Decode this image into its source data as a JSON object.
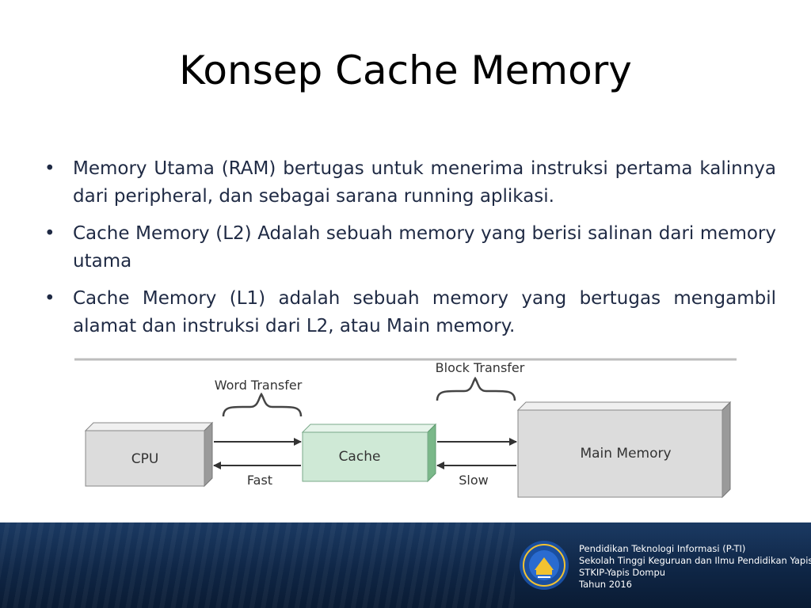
{
  "slide": {
    "title": "Konsep Cache Memory",
    "bullets": [
      "Memory Utama (RAM) bertugas untuk menerima instruksi pertama kalinnya dari peripheral, dan sebagai sarana running aplikasi.",
      "Cache Memory (L2) Adalah sebuah memory yang berisi salinan dari memory utama",
      "Cache Memory (L1) adalah sebuah memory yang bertugas mengambil alamat dan instruksi dari L2,  atau Main memory."
    ]
  },
  "diagram": {
    "word_transfer": "Word Transfer",
    "block_transfer": "Block Transfer",
    "cpu": "CPU",
    "cache": "Cache",
    "main_memory": "Main Memory",
    "fast": "Fast",
    "slow": "Slow",
    "colors": {
      "box": "#dcdcdc",
      "cache": "#cfe9d6",
      "cache_side": "#7ab889"
    }
  },
  "footer": {
    "lines": [
      "Pendidikan Teknologi Informasi (P-TI)",
      "Sekolah Tinggi Keguruan dan Ilmu Pendidikan Yapis",
      "STKIP-Yapis Dompu",
      "Tahun 2016"
    ],
    "logo_icon": "university-seal-icon"
  }
}
